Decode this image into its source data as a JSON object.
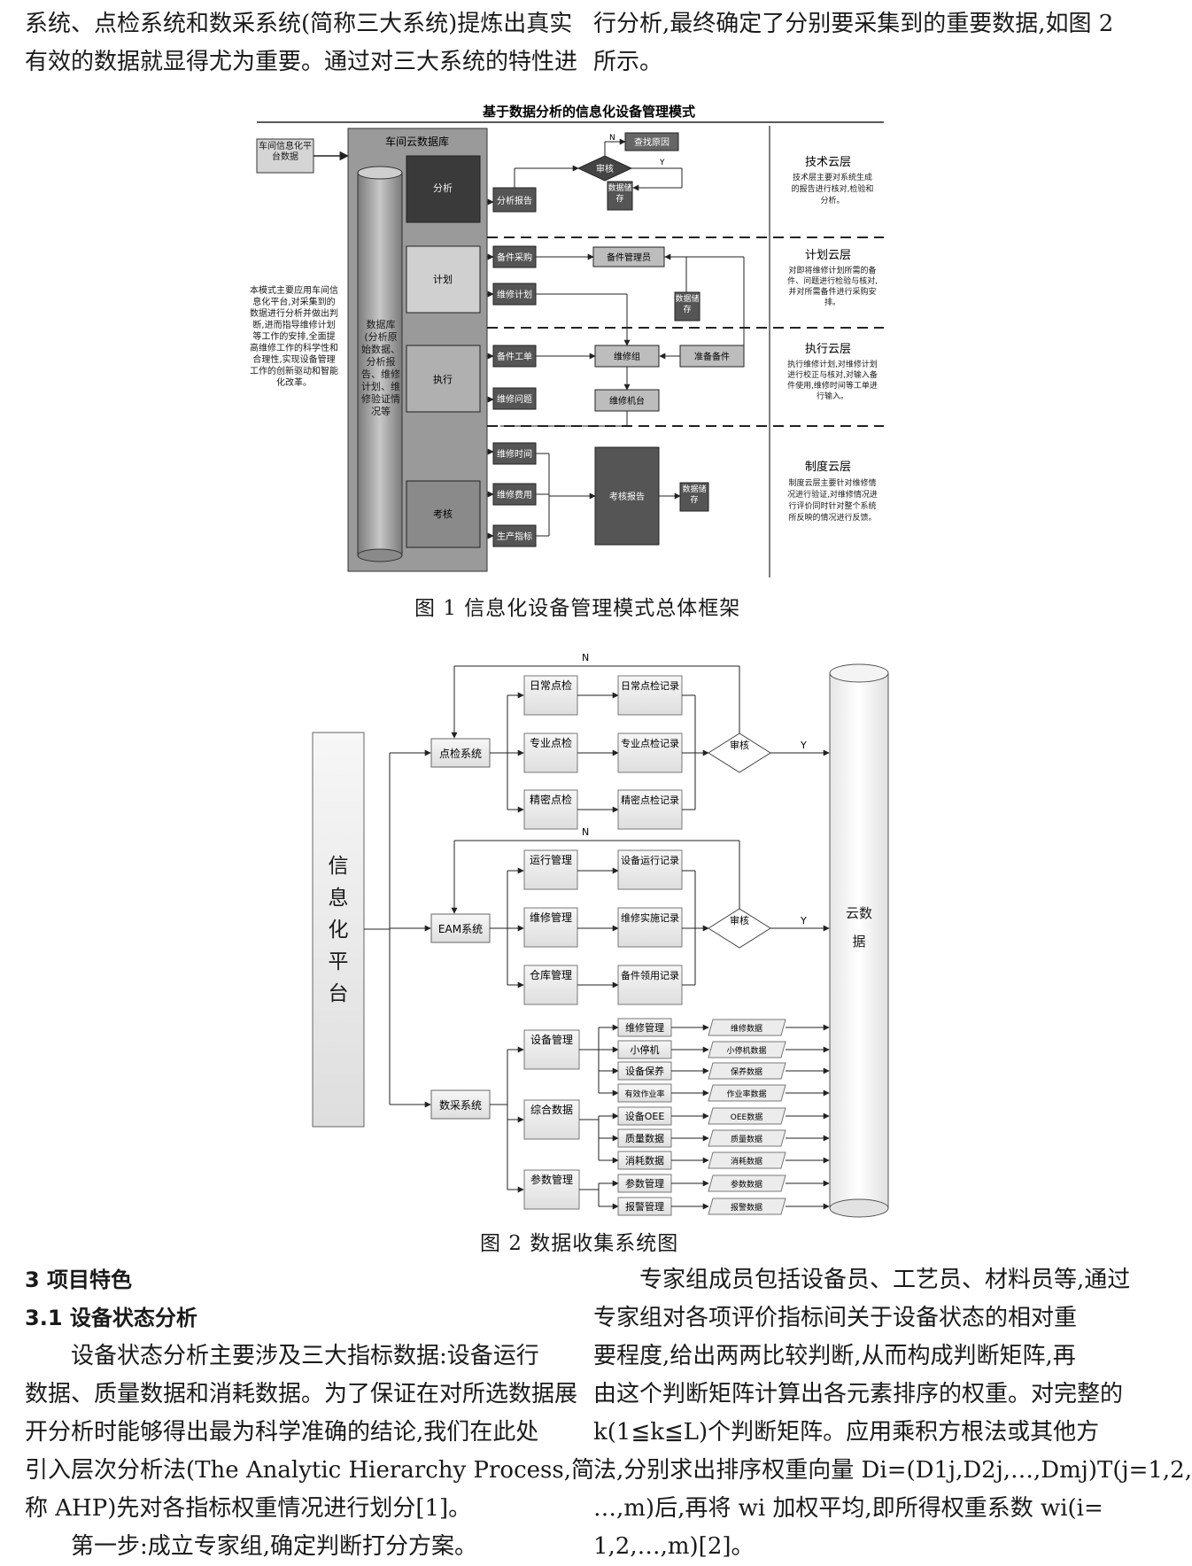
{
  "top_text": {
    "left_lines": [
      "系统、点检系统和数采系统(简称三大系统)提炼出真实",
      "有效的数据就显得尤为重要。通过对三大系统的特性进"
    ],
    "right_lines": [
      "行分析,最终确定了分别要采集到的重要数据,如图 2",
      "所示。"
    ]
  },
  "figure1": {
    "title": "基于数据分析的信息化设备管理模式",
    "source_box": "车间信息化平台数据",
    "db_label": "车间云数据库",
    "cylinder_text": "数据库(分析原始数据、分析报告、维修计划、维修验证情况等",
    "stages": {
      "analysis": "分析",
      "plan": "计划",
      "execute": "执行",
      "assess": "考核"
    },
    "intro_text": "本模式主要应用车间信息化平台,对采集到的数据进行分析并做出判断,进而指导维修计划等工作的安排,全面提高维修工作的科学性和合理性,实现设备管理工作的创新驱动和智能化改革。",
    "tech": {
      "analysis_report": "分析报告",
      "review": "审核",
      "n": "N",
      "y": "Y",
      "find_cause": "查找原因",
      "data_storage": "数据储存"
    },
    "plan": {
      "parts_purchase": "备件采购",
      "parts_admin": "备件管理员",
      "repair_plan": "维修计划",
      "data_storage": "数据储存"
    },
    "exec": {
      "parts_ticket": "备件工单",
      "repair_group": "维修组",
      "prepare_parts": "准备备件",
      "repair_issue": "维修问题",
      "repair_station": "维修机台"
    },
    "assess": {
      "repair_time": "维修时间",
      "repair_cost": "维修费用",
      "production_index": "生产指标",
      "assess_report": "考核报告",
      "data_storage": "数据储存"
    },
    "layers": [
      {
        "title": "技术云层",
        "desc": "技术层主要对系统生成的报告进行核对,检验和分析。"
      },
      {
        "title": "计划云层",
        "desc": "对即将维修计划所需的备件、问题进行检验与核对,并对所需备件进行采购安排。"
      },
      {
        "title": "执行云层",
        "desc": "执行维修计划,对维修计划进行校正与核对,对输入备件使用,维修时间等工单进行输入。"
      },
      {
        "title": "制度云层",
        "desc": "制度云层主要针对维修情况进行验证,对维修情况进行评价同时针对整个系统所反映的情况进行反馈。"
      }
    ],
    "caption": "图 1 信息化设备管理模式总体框架"
  },
  "figure2": {
    "platform": "信息化平台",
    "cloud": "云数据",
    "inspection": {
      "system": "点检系统",
      "items": [
        "日常点检",
        "专业点检",
        "精密点检"
      ],
      "records": [
        "日常点检记录",
        "专业点检记录",
        "精密点检记录"
      ],
      "review": "审核",
      "n": "N",
      "y": "Y"
    },
    "eam": {
      "system": "EAM系统",
      "items": [
        "运行管理",
        "维修管理",
        "仓库管理"
      ],
      "records": [
        "设备运行记录",
        "维修实施记录",
        "备件领用记录"
      ],
      "review": "审核",
      "n": "N",
      "y": "Y"
    },
    "collect": {
      "system": "数采系统",
      "groups": [
        "设备管理",
        "综合数据",
        "参数管理"
      ],
      "items": [
        "维修管理",
        "小停机",
        "设备保养",
        "有效作业率",
        "设备OEE",
        "质量数据",
        "消耗数据",
        "参数管理",
        "报警管理"
      ],
      "outputs": [
        "维修数据",
        "小停机数据",
        "保养数据",
        "作业率数据",
        "OEE数据",
        "质量数据",
        "消耗数据",
        "参数数据",
        "报警数据"
      ]
    },
    "caption": "图 2 数据收集系统图"
  },
  "bottom_left": {
    "heading1": "3 项目特色",
    "heading2": "3.1 设备状态分析",
    "lines": [
      "设备状态分析主要涉及三大指标数据:设备运行",
      "数据、质量数据和消耗数据。为了保证在对所选数据展",
      "开分析时能够得出最为科学准确的结论,我们在此处",
      "引入层次分析法(The Analytic Hierarchy Process,简",
      "称 AHP)先对各指标权重情况进行划分[1]。"
    ],
    "step1": "第一步:成立专家组,确定判断打分方案。"
  },
  "bottom_right": {
    "lines": [
      "专家组成员包括设备员、工艺员、材料员等,通过",
      "专家组对各项评价指标间关于设备状态的相对重",
      "要程度,给出两两比较判断,从而构成判断矩阵,再",
      "由这个判断矩阵计算出各元素排序的权重。对完整的",
      "k(1≦k≦L)个判断矩阵。应用乘积方根法或其他方",
      "法,分别求出排序权重向量 Di=(D1j,D2j,…,Dmj)T(j=1,2,",
      "…,m)后,再将 wi 加权平均,即所得权重系数 wi(i=",
      "1,2,…,m)[2]。"
    ]
  }
}
